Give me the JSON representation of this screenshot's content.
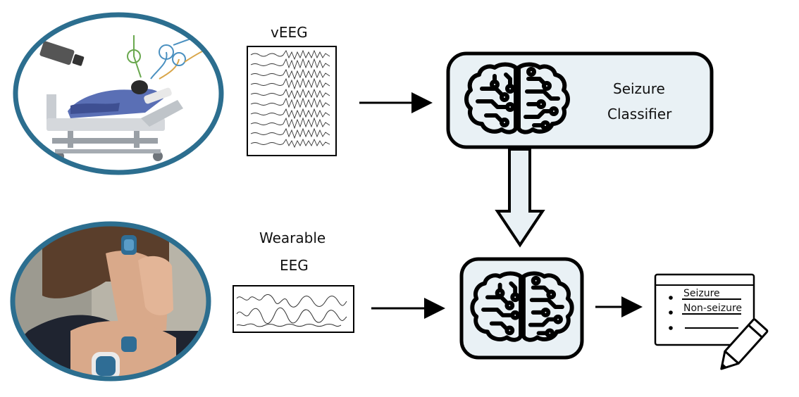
{
  "labels": {
    "veeg": "vEEG",
    "wearable_line1": "Wearable",
    "wearable_line2": "EEG",
    "classifier_line1": "Seizure",
    "classifier_line2": "Classifier"
  },
  "report": {
    "items": [
      "Seizure",
      "Non-seizure",
      ""
    ]
  },
  "colors": {
    "circle_border": "#2c6e8f",
    "box_fill": "#e9f1f5",
    "stroke": "#000000",
    "sensor_blue": "#2f6d95",
    "bed_blanket": "#5a6fb5"
  },
  "icons": [
    "brain-circuit-icon",
    "pencil-icon",
    "camera-icon",
    "hospital-bed-icon",
    "wearable-sensor-icon"
  ]
}
